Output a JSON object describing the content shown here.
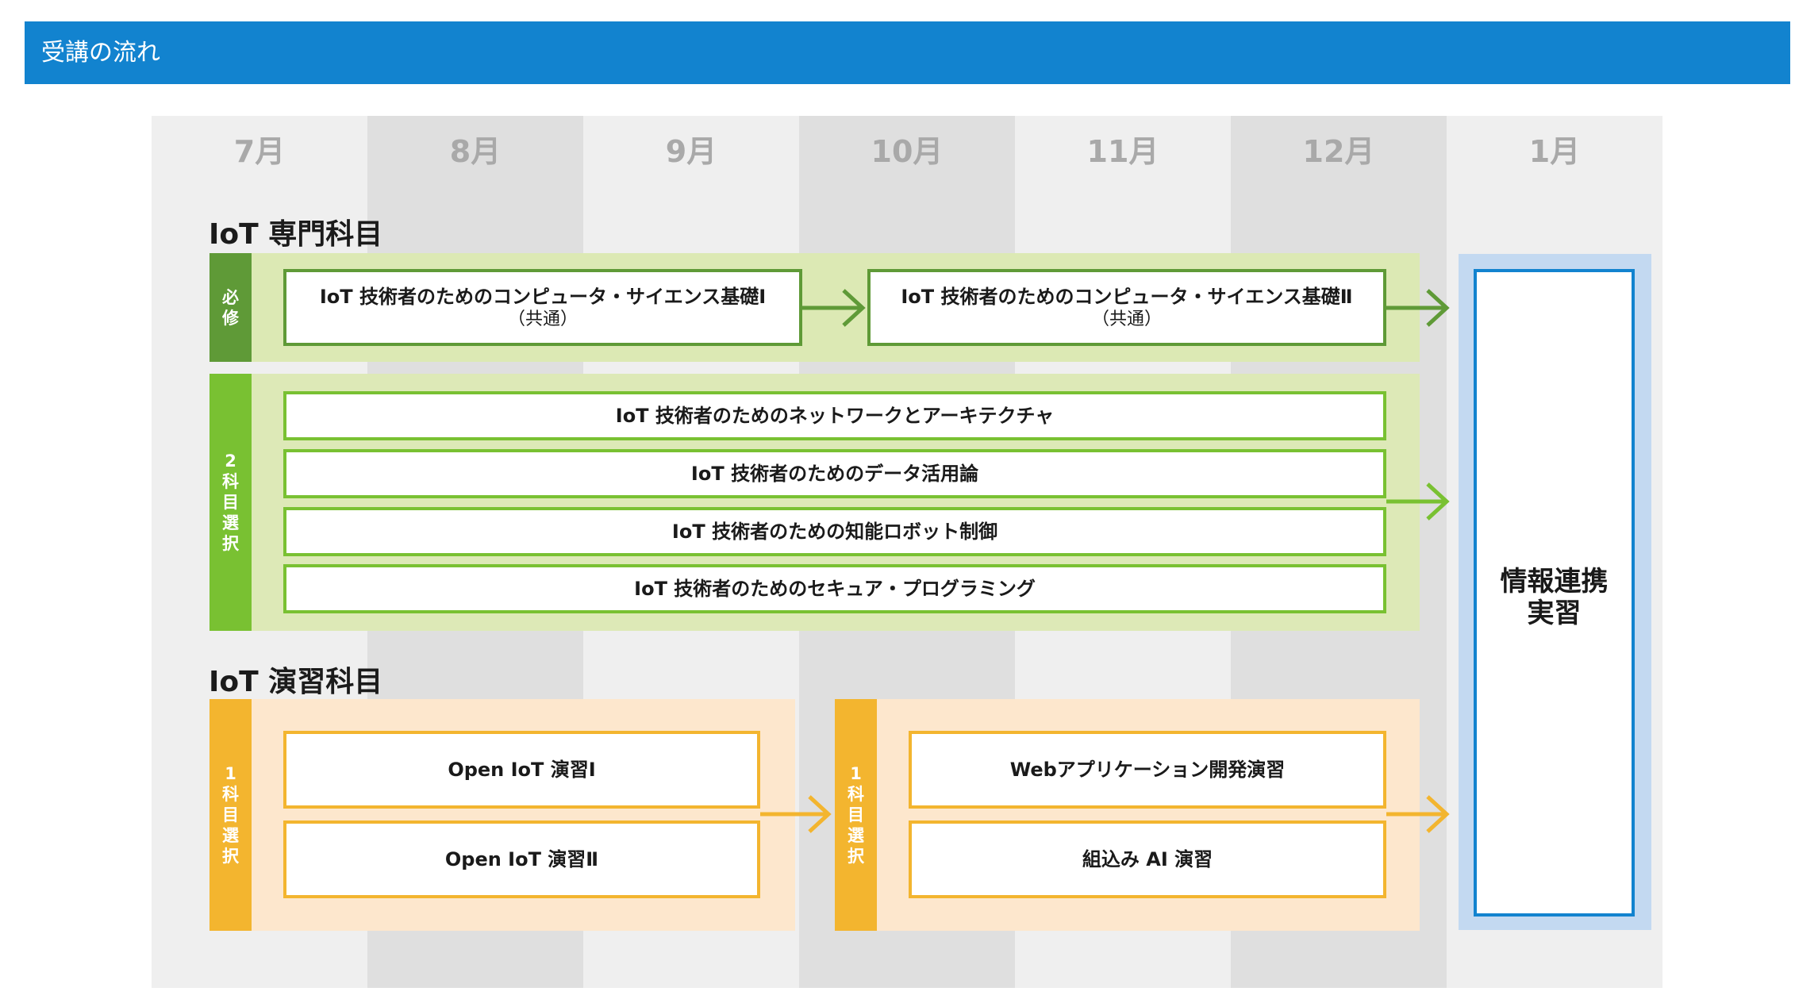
{
  "header": {
    "title": "受講の流れ"
  },
  "months": [
    "7月",
    "8月",
    "9月",
    "10月",
    "11月",
    "12月",
    "1月"
  ],
  "sections": {
    "specialized": "IoT 専門科目",
    "practice": "IoT 演習科目"
  },
  "tabs": {
    "required": "必修",
    "elective_two": "2科目選択",
    "practice_choice_a": "1科目選択",
    "practice_choice_b": "1科目選択"
  },
  "courses": {
    "required_1": {
      "title": "IoT 技術者のためのコンピュータ・サイエンス基礎Ⅰ",
      "note": "（共通）"
    },
    "required_2": {
      "title": "IoT 技術者のためのコンピュータ・サイエンス基礎Ⅱ",
      "note": "（共通）"
    },
    "elective": [
      "IoT 技術者のためのネットワークとアーキテクチャ",
      "IoT 技術者のためのデータ活用論",
      "IoT 技術者のための知能ロボット制御",
      "IoT 技術者のためのセキュア・プログラミング"
    ],
    "practice_a": [
      "Open IoT 演習Ⅰ",
      "Open IoT 演習Ⅱ"
    ],
    "practice_b": [
      "Webアプリケーション開発演習",
      "組込み AI 演習"
    ]
  },
  "final": {
    "title": "情報連携実習"
  },
  "colors": {
    "header": "#1283cf",
    "required": "#5f9a37",
    "elective": "#79c132",
    "practice": "#f3b52f",
    "final_border": "#1283cf"
  }
}
